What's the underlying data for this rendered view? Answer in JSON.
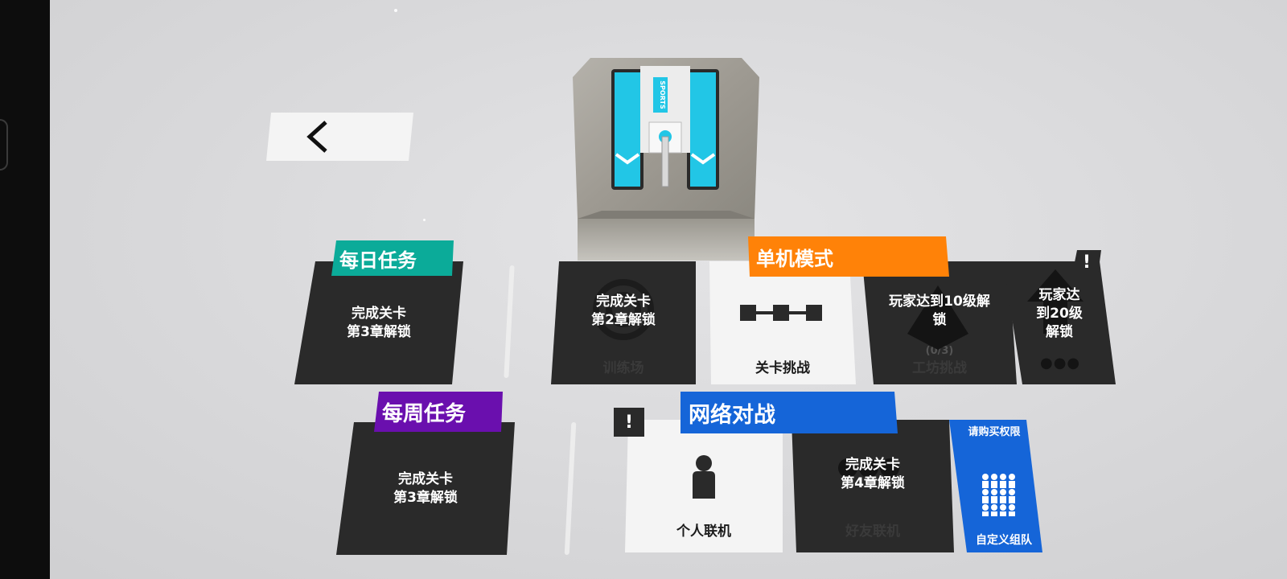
{
  "back_button": {
    "icon": "chevron-left-icon"
  },
  "daily_tasks": {
    "title": "每日任务",
    "color": "#0bab99",
    "tile_text_line1": "完成关卡",
    "tile_text_line2": "第3章解锁"
  },
  "weekly_tasks": {
    "title": "每周任务",
    "color": "#6a0fae",
    "tile_text_line1": "完成关卡",
    "tile_text_line2": "第3章解锁"
  },
  "single_player": {
    "title": "单机模式",
    "color": "#ff8208",
    "training": {
      "lock_line1": "完成关卡",
      "lock_line2": "第2章解锁",
      "label": "训练场"
    },
    "level_challenge": {
      "label": "关卡挑战"
    },
    "workshop": {
      "lock_line1": "玩家达到10级解",
      "lock_line2": "锁",
      "progress": "(0/3)",
      "label": "工坊挑战"
    },
    "more": {
      "lock_line1": "玩家达",
      "lock_line2": "到20级",
      "lock_line3": "解锁",
      "alert": "!"
    }
  },
  "online_battle": {
    "title": "网络对战",
    "color": "#1565d8",
    "solo_online": {
      "label": "个人联机",
      "alert": "!"
    },
    "friends_online": {
      "lock_line1": "完成关卡",
      "lock_line2": "第4章解锁",
      "label": "好友联机"
    },
    "custom_team": {
      "top_label": "请购买权限",
      "label": "自定义组队"
    }
  },
  "tank": {
    "badge": "SPORTS"
  }
}
